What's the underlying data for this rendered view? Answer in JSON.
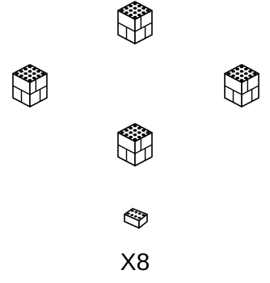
{
  "diagram": {
    "assembly_blocks": [
      {
        "id": "top",
        "name": "brick-assembly-top"
      },
      {
        "id": "left",
        "name": "brick-assembly-left"
      },
      {
        "id": "right",
        "name": "brick-assembly-right"
      },
      {
        "id": "center",
        "name": "brick-assembly-center"
      }
    ],
    "single_brick": {
      "name": "single-brick-2x4"
    },
    "quantity_label": "X8",
    "stroke_color": "#000000",
    "fill_color": "#ffffff"
  }
}
